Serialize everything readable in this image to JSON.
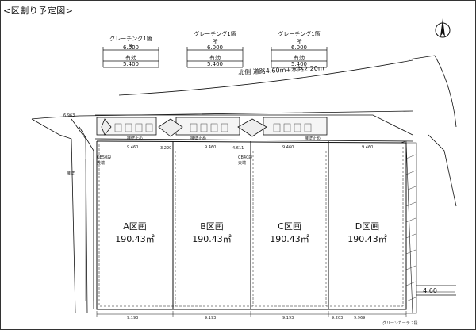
{
  "title": "<区割り予定図>",
  "road_note": "北側  道路4.60m+水路2.20m",
  "sections": [
    {
      "label": "グレーチング1箇所",
      "width": "6.000",
      "middle": "有効",
      "inner": "5.400"
    },
    {
      "label": "グレーチング1箇所",
      "width": "6.000",
      "middle": "有効",
      "inner": "5.400"
    },
    {
      "label": "グレーチング1箇所",
      "width": "6.000",
      "middle": "有効",
      "inner": "5.400"
    }
  ],
  "lots": [
    {
      "name": "A区画",
      "area": "190.43㎡"
    },
    {
      "name": "B区画",
      "area": "190.43㎡"
    },
    {
      "name": "C区画",
      "area": "190.43㎡"
    },
    {
      "name": "D区画",
      "area": "190.43㎡"
    }
  ],
  "dims": {
    "top": [
      "9.460",
      "9.460",
      "9.460",
      "9.460"
    ],
    "bottom": [
      "9.193",
      "9.193",
      "9.193",
      "9.203",
      "9.969"
    ],
    "left_mark": "6.963",
    "right_width": "4.60",
    "lot_labels_top": [
      "3.220",
      "4.611"
    ],
    "corner_labels": [
      "CB50段",
      "天端",
      "CB40段",
      "天端"
    ],
    "misc": [
      "擁壁",
      "擁壁止め",
      "擁壁止め",
      "擁壁止め"
    ],
    "bottom_note": "グリーンカーテ 2段"
  }
}
